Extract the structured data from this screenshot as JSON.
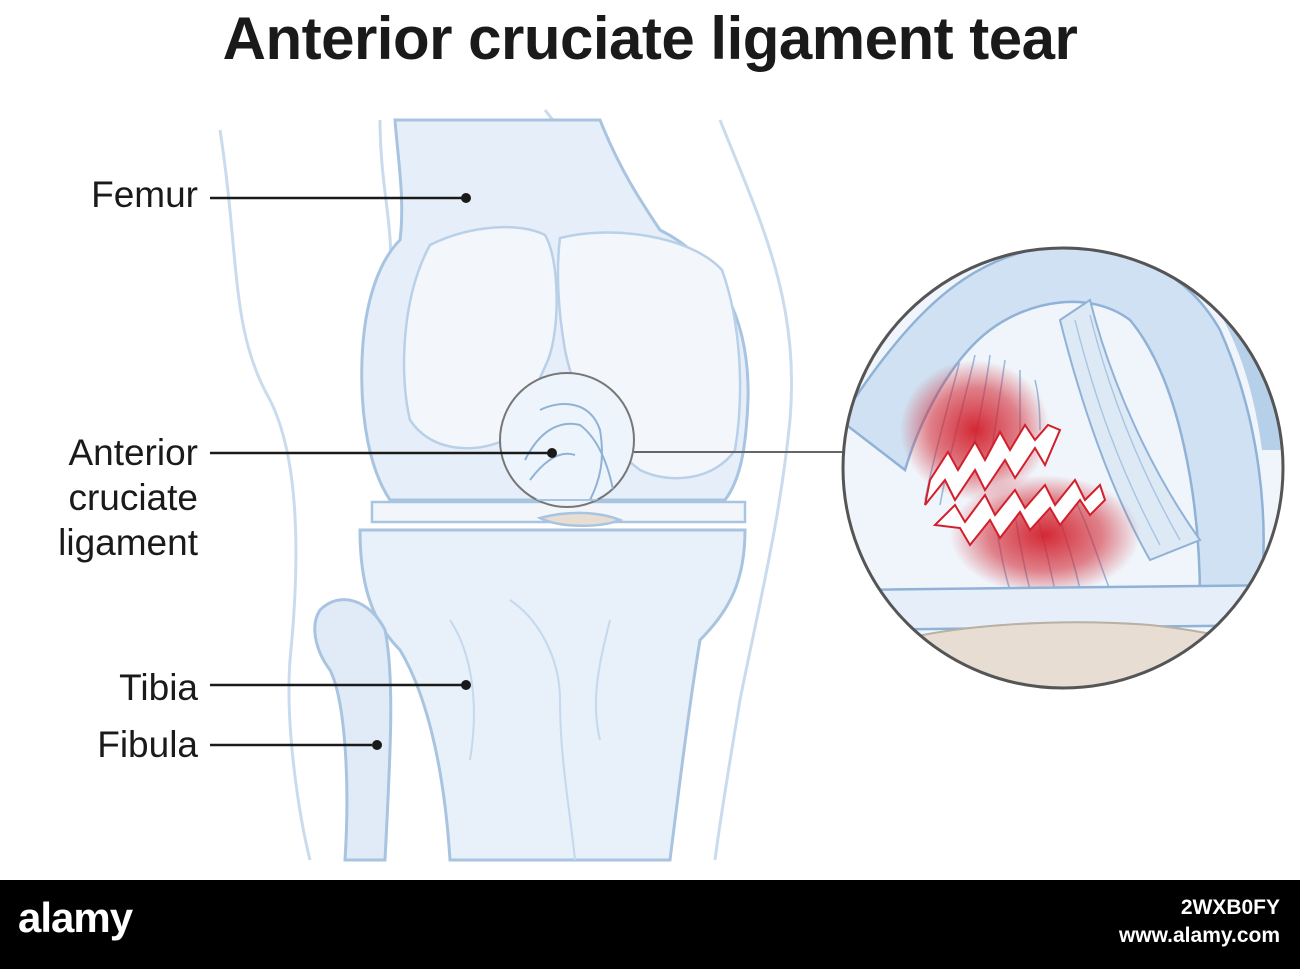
{
  "title": "Anterior cruciate ligament tear",
  "labels": {
    "femur": "Femur",
    "acl_line1": "Anterior",
    "acl_line2": "cruciate",
    "acl_line3": "ligament",
    "tibia": "Tibia",
    "fibula": "Fibula"
  },
  "footer": {
    "logo": "alamy",
    "image_id": "2WXB0FY",
    "url": "www.alamy.com"
  },
  "colors": {
    "bone_fill": "#e3edf8",
    "outline": "#a8c4e0",
    "tear_red": "#d21f2b",
    "leader": "#1a1a1a",
    "magnifier_ring": "#555555"
  }
}
